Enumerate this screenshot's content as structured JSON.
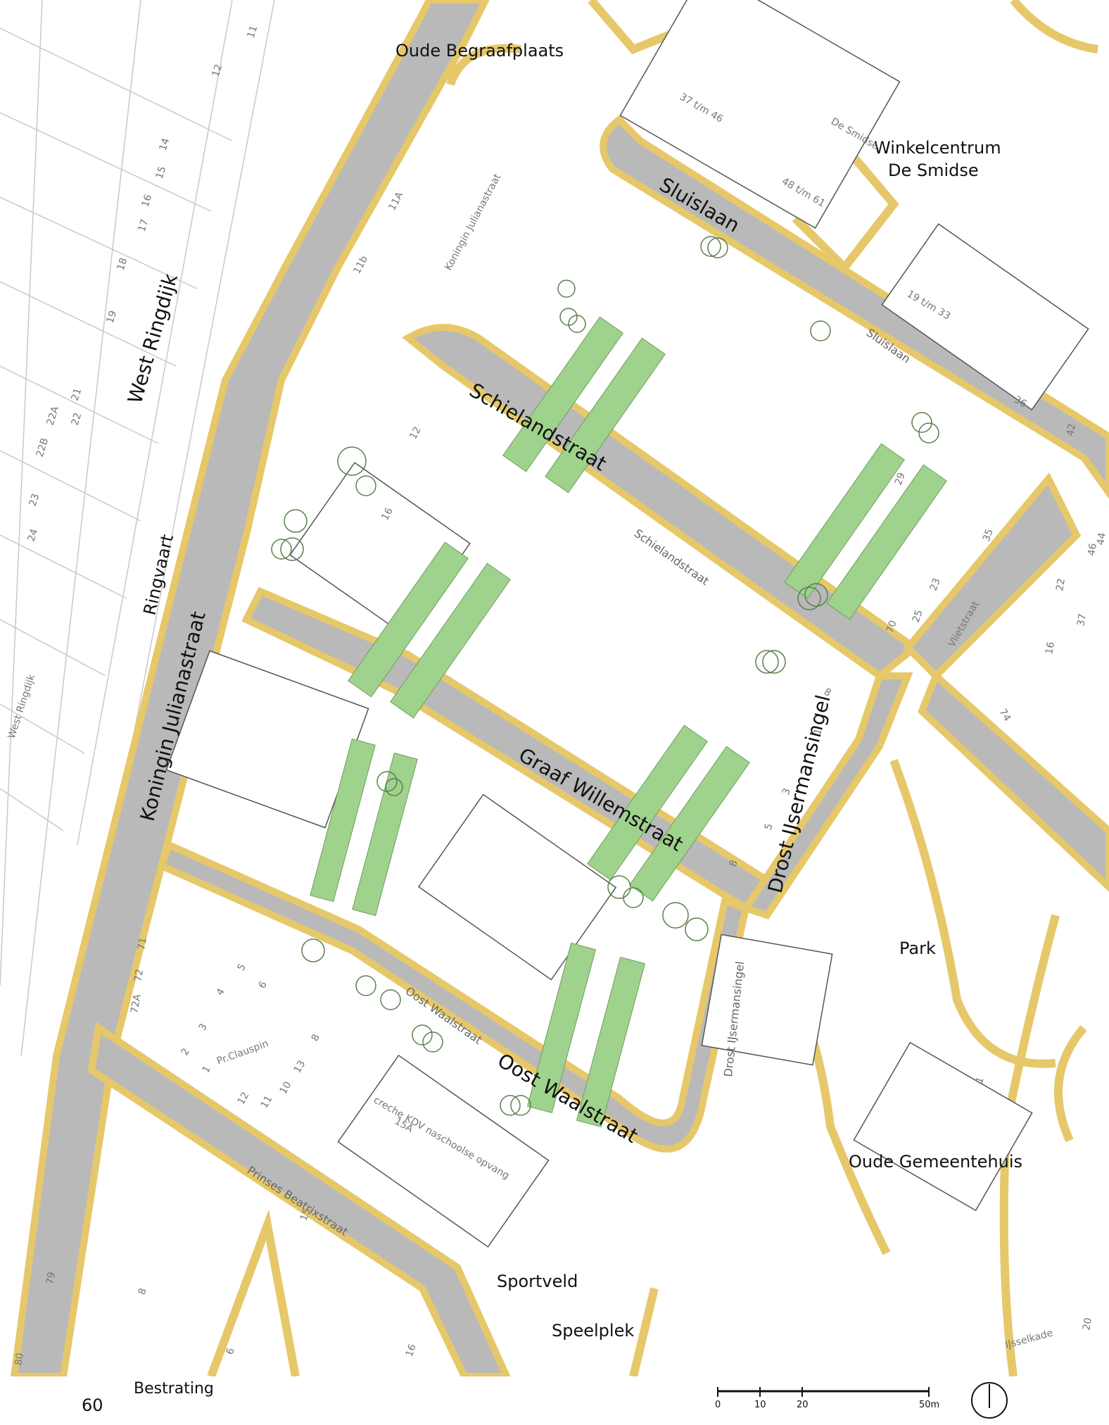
{
  "streets": {
    "sluislaan": "Sluislaan",
    "schielandstraat": "Schielandstraat",
    "graaf_willemstraat": "Graaf Willemstraat",
    "oost_waalstraat": "Oost Waalstraat",
    "koningin_julianastraat": "Koningin Julianastraat",
    "west_ringdijk": "West Ringdijk",
    "drost_ijsermansingel": "Drost IJsermansingel",
    "ringvaart": "Ringvaart"
  },
  "places": {
    "oude_begraafplaats": "Oude Begraafplaats",
    "winkelcentrum_line1": "Winkelcentrum",
    "winkelcentrum_line2": "De Smidse",
    "park": "Park",
    "oude_gemeentehuis": "Oude Gemeentehuis",
    "sportveld": "Sportveld",
    "speelplek": "Speelplek"
  },
  "minor_labels": {
    "schielandstraat_small": "Schielandstraat",
    "sluislaan_small": "Sluislaan",
    "oost_waalstraat_small": "Oost Waalstraat",
    "drost_small": "Drost IJsermansingel",
    "prinses_beatrixstraat": "Prinses Beatrixstraat",
    "pr_clauspin": "Pr.Clauspin",
    "creche_line1": "creche KDV naschoolse opvang",
    "creche_line2": "15A",
    "vlietstraat": "Vlietstraat",
    "ijsselkade": "IJsselkade",
    "west_ringdijk_small": "West Ringdijk",
    "koningin_julianastraat_small": "Koningin Julianastraat",
    "de_smidse_small": "De Smidse",
    "nrs_37_46": "37 t/m 46",
    "nrs_48_61": "48 t/m 61",
    "nrs_19_33": "19 t/m 33"
  },
  "house_numbers": [
    "11",
    "12",
    "14",
    "15",
    "16",
    "17",
    "18",
    "19",
    "21",
    "22",
    "22A",
    "22B",
    "23",
    "24",
    "11A",
    "11b",
    "12",
    "16",
    "29",
    "35",
    "23",
    "25",
    "70",
    "36",
    "42",
    "44",
    "46",
    "22",
    "37",
    "16",
    "74",
    "8",
    "1",
    "3",
    "5",
    "8",
    "71",
    "72",
    "72A",
    "5",
    "6",
    "4",
    "3",
    "2",
    "1",
    "8",
    "10",
    "11",
    "12",
    "13",
    "79",
    "8",
    "15",
    "16",
    "6",
    "80",
    "1",
    "20"
  ],
  "footer": {
    "page_number": "60",
    "legend_label": "Bestrating"
  },
  "scale_bar": {
    "ticks": [
      "0",
      "10",
      "20",
      "50m"
    ]
  },
  "colors": {
    "pavement": "#e6c86a",
    "street": "#b9b9b9",
    "green": "#9fd28c",
    "path": "#f3dfb0"
  },
  "icons": {
    "north": "north-arrow-icon"
  }
}
